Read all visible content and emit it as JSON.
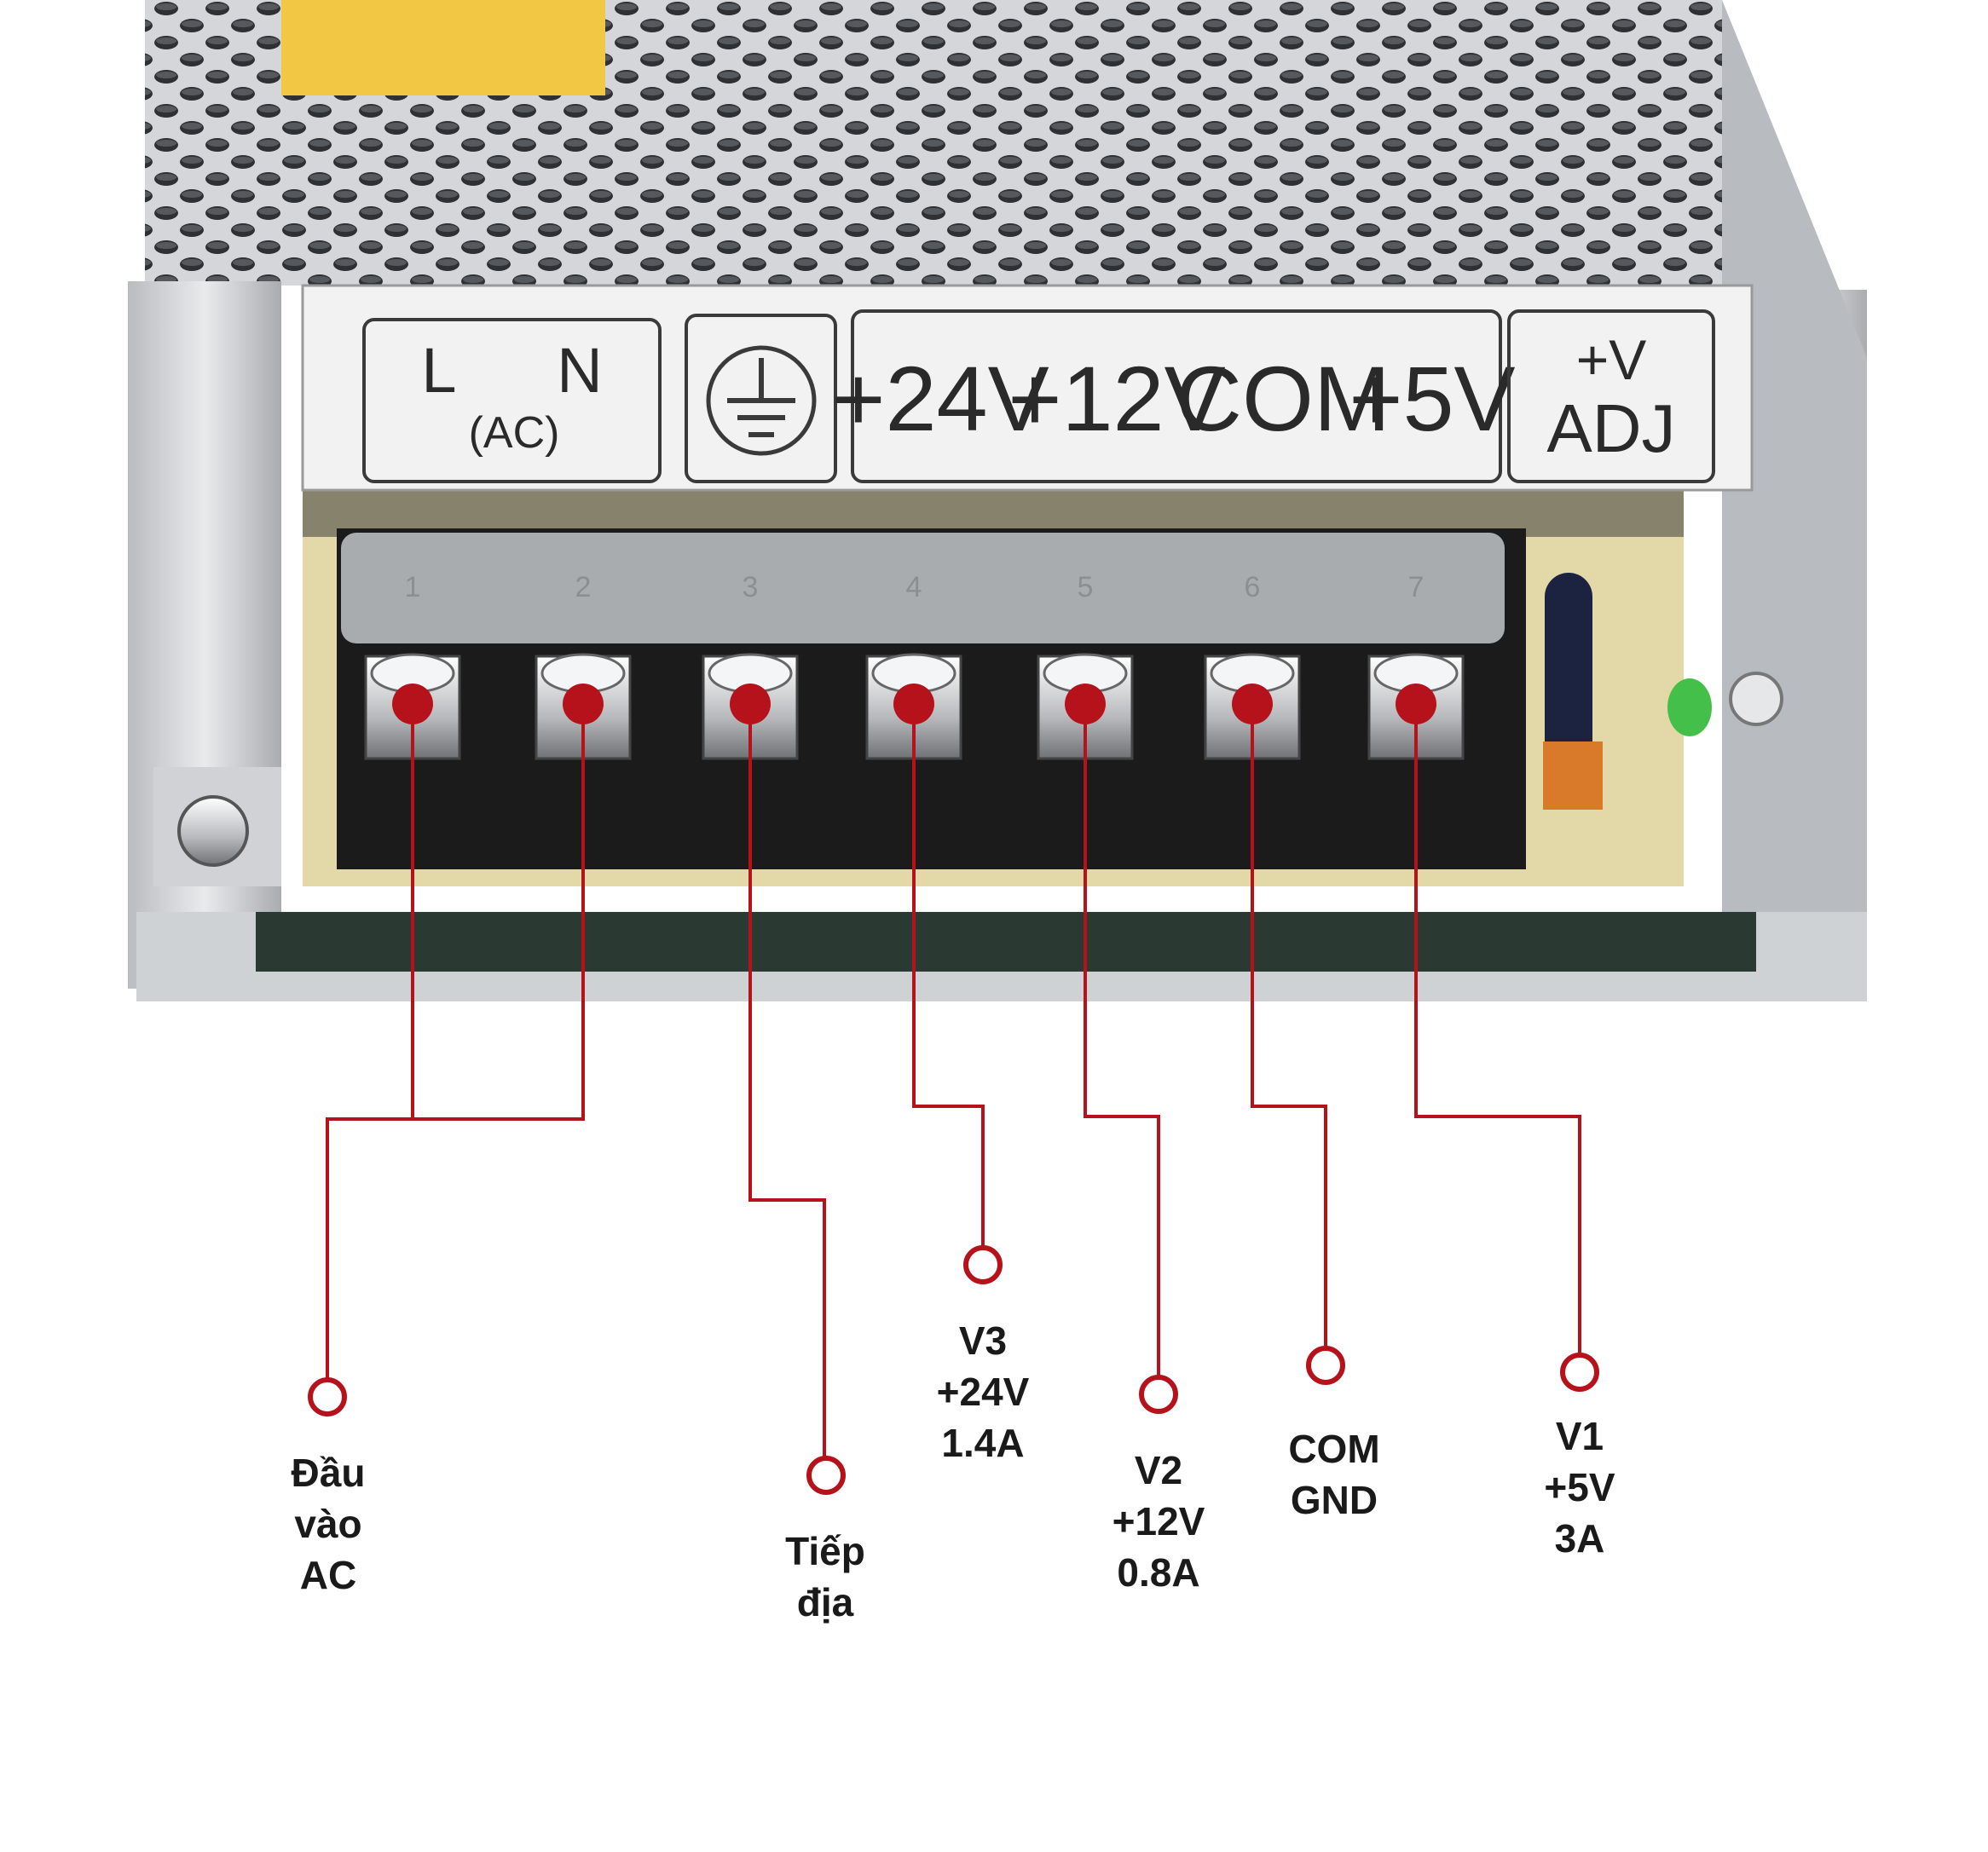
{
  "colors": {
    "accent_red": "#b5121b",
    "metal": "#c9cbce",
    "terminal_block": "#1b1b1b",
    "pcb": "#e3d9a8",
    "label_plate": "#f2f2f2"
  },
  "device_panel": {
    "groups": [
      {
        "id": "ac",
        "top": [
          "L",
          "N"
        ],
        "sub": "(AC)"
      },
      {
        "id": "ground",
        "icon": "ground-icon"
      },
      {
        "id": "outputs",
        "labels": [
          "+24V",
          "+12V",
          "COM",
          "+5V"
        ]
      },
      {
        "id": "adj",
        "lines": [
          "+V",
          "ADJ"
        ]
      }
    ],
    "terminal_numbers": [
      "1",
      "2",
      "3",
      "4",
      "5",
      "6",
      "7"
    ]
  },
  "callouts": [
    {
      "id": "ac-input",
      "lines": [
        "Đầu",
        "vào",
        "AC"
      ]
    },
    {
      "id": "ground",
      "lines": [
        "Tiếp",
        "địa"
      ]
    },
    {
      "id": "v3",
      "lines": [
        "V3",
        "+24V",
        "1.4A"
      ]
    },
    {
      "id": "v2",
      "lines": [
        "V2",
        "+12V",
        "0.8A"
      ]
    },
    {
      "id": "com",
      "lines": [
        "COM",
        "GND"
      ]
    },
    {
      "id": "v1",
      "lines": [
        "V1",
        "+5V",
        "3A"
      ]
    }
  ]
}
